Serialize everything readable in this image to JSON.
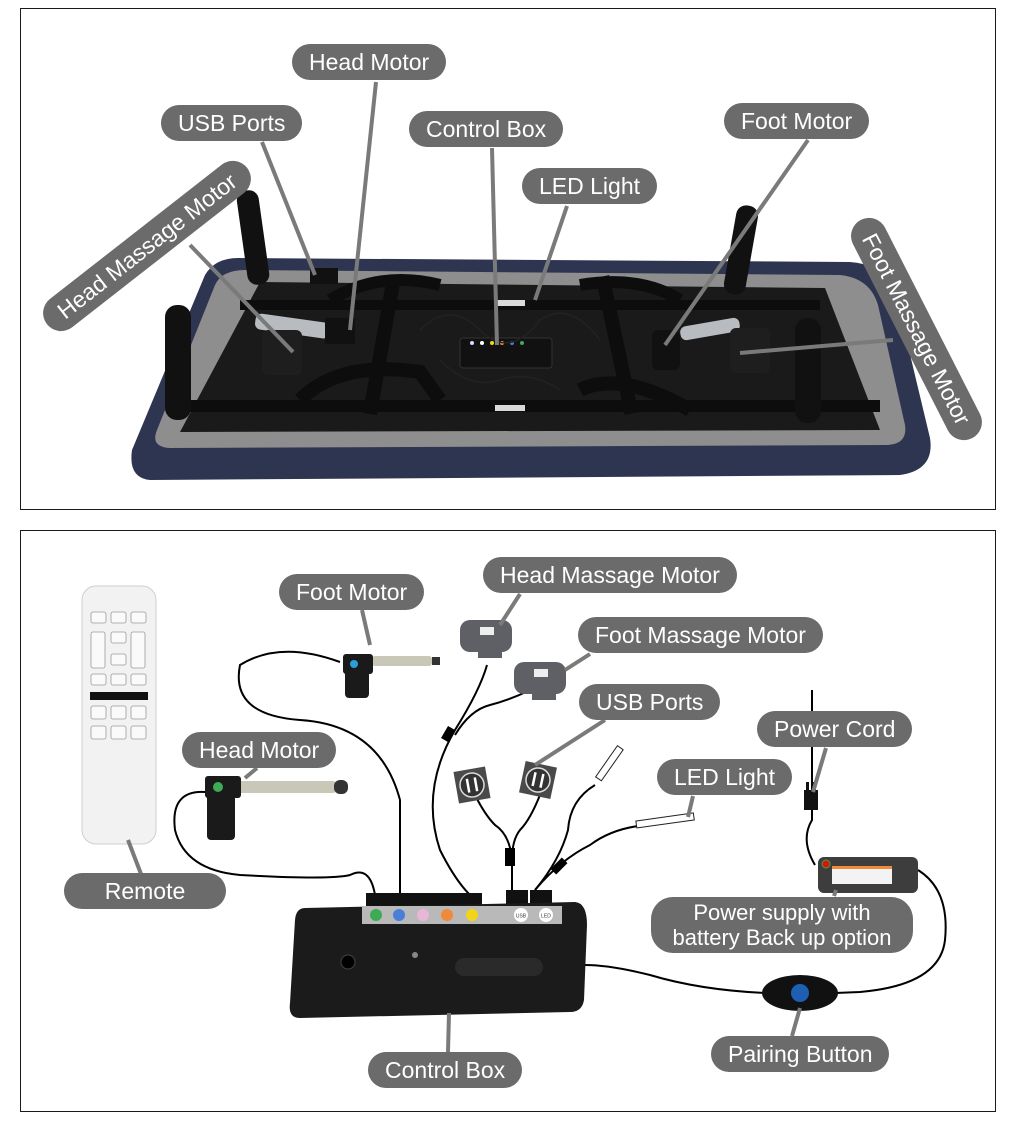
{
  "top_diagram": {
    "labels": {
      "head_motor": "Head Motor",
      "usb_ports": "USB Ports",
      "control_box": "Control Box",
      "led_light": "LED Light",
      "foot_motor": "Foot Motor",
      "head_massage_motor": "Head Massage Motor",
      "foot_massage_motor": "Foot Massage Motor"
    }
  },
  "bottom_diagram": {
    "labels": {
      "foot_motor": "Foot Motor",
      "head_massage_motor": "Head Massage Motor",
      "foot_massage_motor": "Foot Massage Motor",
      "usb_ports": "USB Ports",
      "power_cord": "Power Cord",
      "led_light": "LED Light",
      "head_motor": "Head Motor",
      "remote": "Remote",
      "power_supply_line1": "Power supply with",
      "power_supply_line2": "battery Back up option",
      "control_box": "Control Box",
      "pairing_button": "Pairing Button"
    },
    "control_box_ports": [
      "USB",
      "LED"
    ]
  },
  "colors": {
    "callout_bg": "#6b6b6b",
    "leader_line": "#7a7a7a",
    "bed_fabric": "#2e3550",
    "frame": "#141414",
    "port_green": "#3daa55",
    "port_blue": "#4a7fd8",
    "port_pink": "#e9b7d6",
    "port_orange": "#f08a3a",
    "port_yellow": "#f2d41a"
  }
}
